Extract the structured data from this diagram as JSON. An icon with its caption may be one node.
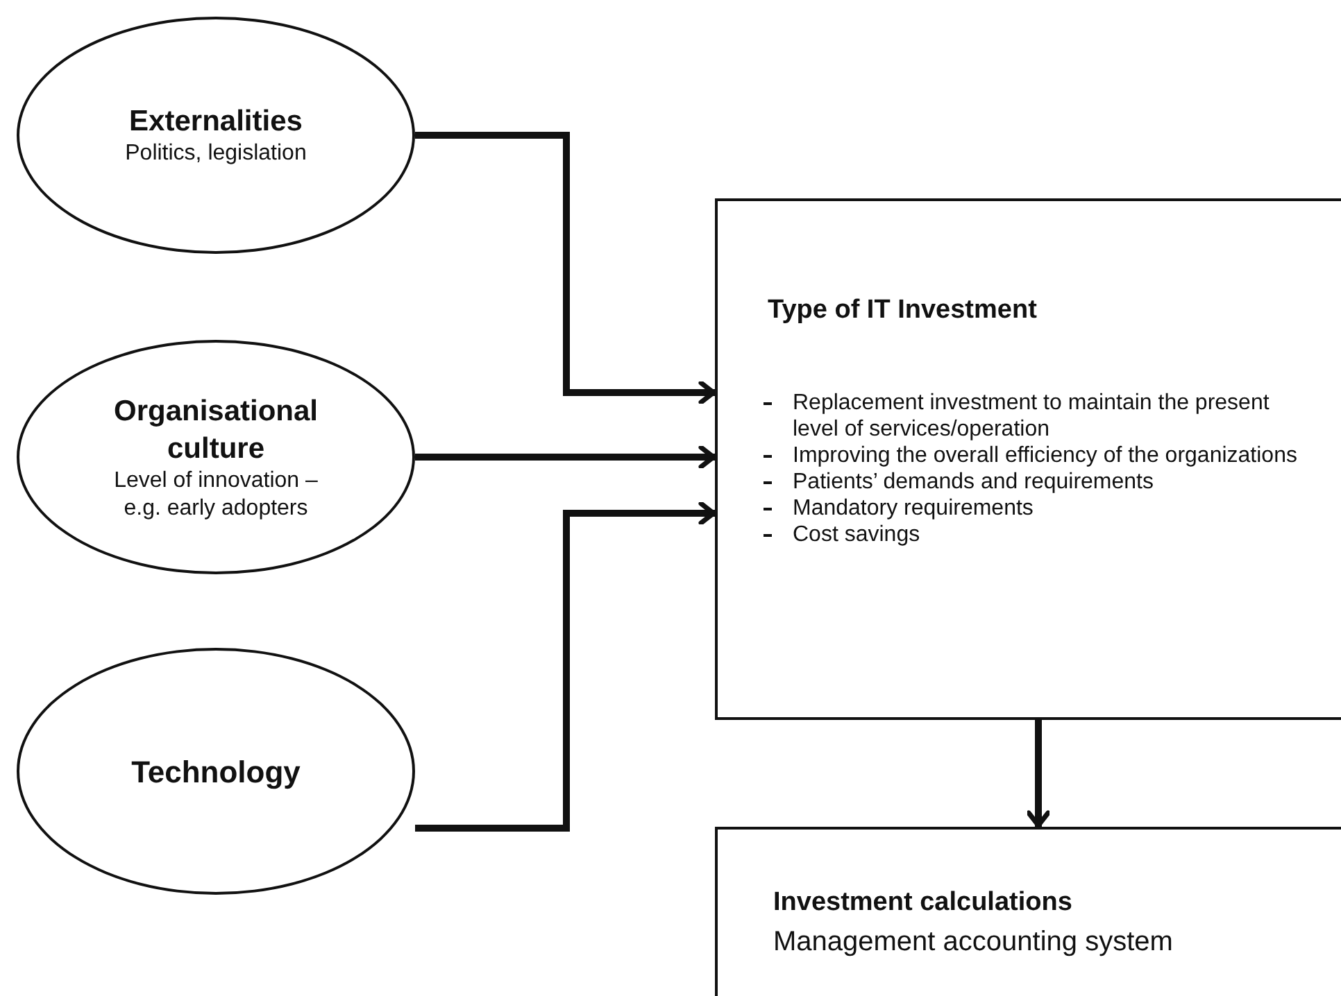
{
  "diagram": {
    "nodes": [
      {
        "text": [
          "Externalities",
          "Politics, legislation"
        ]
      },
      {
        "text": [
          "Organisational culture",
          "Level of innovation – e.g. early adopters"
        ]
      },
      {
        "text": [
          "Technology"
        ]
      },
      {
        "text": [
          "Type of IT Investment",
          "Replacement investment to maintain the present level of services/operation",
          "Improving the overall  efficiency of the organizations",
          "Patients’ demands and requirements",
          "Mandatory requirements",
          "Cost savings"
        ]
      },
      {
        "text": [
          "Investment calculations",
          "Management accounting system"
        ]
      }
    ],
    "edges": [
      {
        "from": 0,
        "to": 3,
        "arrow": "to"
      },
      {
        "from": 1,
        "to": 3,
        "arrow": "to"
      },
      {
        "from": 2,
        "to": 3,
        "arrow": "to"
      },
      {
        "from": 3,
        "to": 4,
        "arrow": "to"
      }
    ]
  }
}
